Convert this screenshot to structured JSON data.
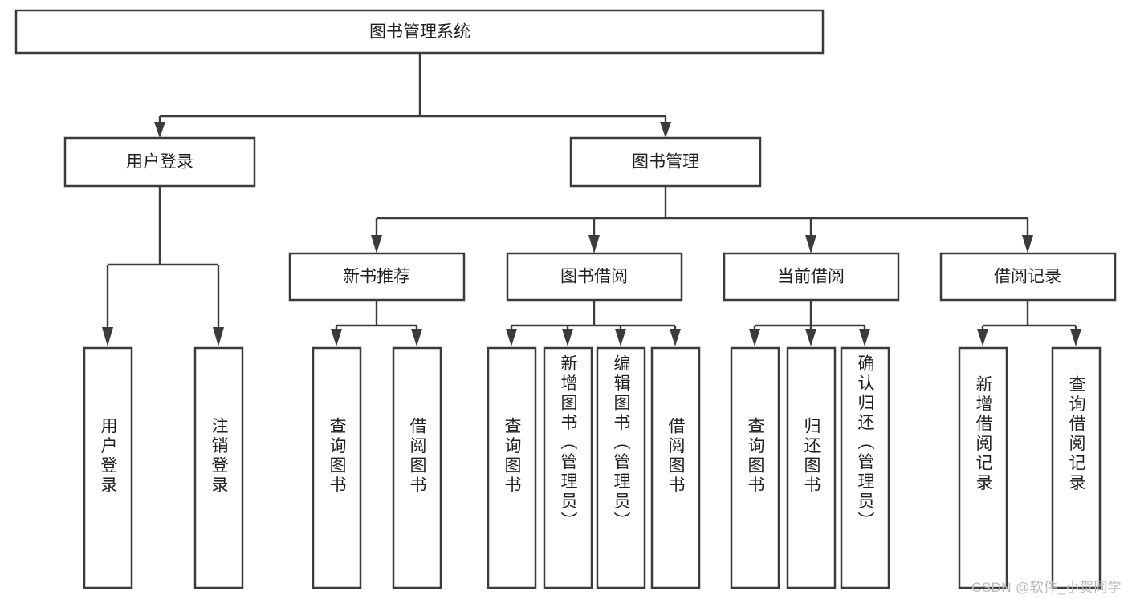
{
  "diagram": {
    "type": "hierarchy-tree",
    "title": "图书管理系统",
    "orientation": "top-down",
    "colors": {
      "box_stroke": "#3b3b3b",
      "box_fill": "#ffffff",
      "connector": "#3b3b3b",
      "text": "#1f1f1f",
      "background": "#ffffff",
      "watermark": "#b9b9b9"
    },
    "root": {
      "label": "图书管理系统"
    },
    "level2": [
      {
        "label": "用户登录"
      },
      {
        "label": "图书管理"
      }
    ],
    "level3": [
      {
        "label": "新书推荐"
      },
      {
        "label": "图书借阅"
      },
      {
        "label": "当前借阅"
      },
      {
        "label": "借阅记录"
      }
    ],
    "leaves": {
      "user_login": [
        {
          "label": "用户登录"
        },
        {
          "label": "注销登录"
        }
      ],
      "new_book_recommend": [
        {
          "label": "查询图书"
        },
        {
          "label": "借阅图书"
        }
      ],
      "book_borrow": [
        {
          "label": "查询图书"
        },
        {
          "label": "新增图书（管理员）"
        },
        {
          "label": "编辑图书（管理员）"
        },
        {
          "label": "借阅图书"
        }
      ],
      "current_borrow": [
        {
          "label": "查询图书"
        },
        {
          "label": "归还图书"
        },
        {
          "label": "确认归还（管理员）"
        }
      ],
      "borrow_record": [
        {
          "label": "新增借阅记录"
        },
        {
          "label": "查询借阅记录"
        }
      ]
    }
  },
  "watermark": {
    "text": "CSDN @软件_小贺同学"
  }
}
